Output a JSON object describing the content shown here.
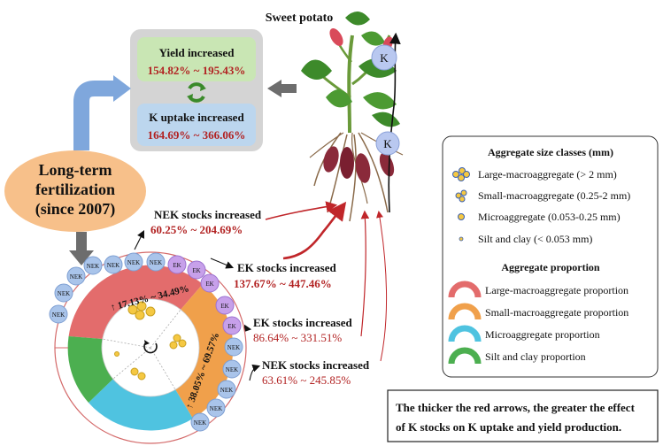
{
  "top_box": {
    "yield_title": "Yield increased",
    "yield_range": "154.82% ~ 195.43%",
    "k_title": "K uptake increased",
    "k_range": "164.69% ~ 366.06%"
  },
  "plant": {
    "title": "Sweet potato",
    "k_label_1": "K",
    "k_label_2": "K"
  },
  "fertilization": {
    "line1": "Long-term",
    "line2": "fertilization",
    "line3": "(since 2007)"
  },
  "annotations": [
    {
      "title": "NEK stocks increased",
      "range": "60.25% ~ 204.69%"
    },
    {
      "title": "EK stocks increased",
      "range": "137.67% ~ 447.46%"
    },
    {
      "title": "EK stocks increased",
      "range": "86.64% ~ 331.51%"
    },
    {
      "title": "NEK stocks increased",
      "range": "63.61% ~ 245.85%"
    }
  ],
  "circle": {
    "pct_upper": "↑ 17.13% ~ 34.49%",
    "pct_right": "↑ 38.05% ~ 69.57%",
    "nek": "NEK",
    "ek": "EK"
  },
  "legend": {
    "size_title": "Aggregate size classes (mm)",
    "size_items": [
      "Large-macroaggregate (> 2 mm)",
      "Small-macroaggregate (0.25-2 mm)",
      "Microaggregate (0.053-0.25 mm)",
      "Silt and clay (< 0.053 mm)"
    ],
    "prop_title": "Aggregate proportion",
    "prop_items": [
      {
        "label": "Large-macroaggregate proportion",
        "color": "#e36c6c"
      },
      {
        "label": "Small-macroaggregate proportion",
        "color": "#f0a04b"
      },
      {
        "label": "Microaggregate proportion",
        "color": "#4fc3e0"
      },
      {
        "label": "Silt and clay proportion",
        "color": "#4caf50"
      }
    ]
  },
  "note": {
    "line1": "The thicker the red arrows, the greater the effect",
    "line2": "of K stocks on K uptake and yield production."
  },
  "colors": {
    "red_text": "#b22222",
    "yield_bg": "#c9e6b4",
    "k_bg": "#bcd6ee",
    "fert_bg": "#f7c08a"
  }
}
